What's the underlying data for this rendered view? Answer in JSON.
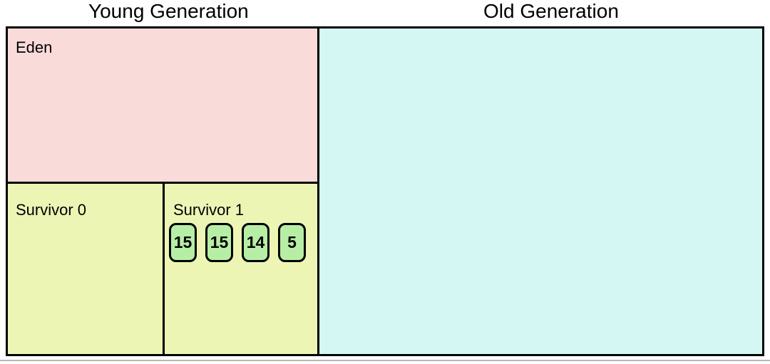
{
  "young": {
    "title": "Young Generation",
    "eden_label": "Eden",
    "survivor0_label": "Survivor 0",
    "survivor1_label": "Survivor 1",
    "object_ages": [
      "15",
      "15",
      "14",
      "5"
    ]
  },
  "old": {
    "title": "Old Generation"
  },
  "colors": {
    "eden_fill": "#f9dcd9",
    "survivor_fill": "#edf5b5",
    "old_fill": "#d4f7f3",
    "object_fill": "#b7eea5",
    "border": "#000000",
    "bottom_divider": "#b8b8b8"
  }
}
